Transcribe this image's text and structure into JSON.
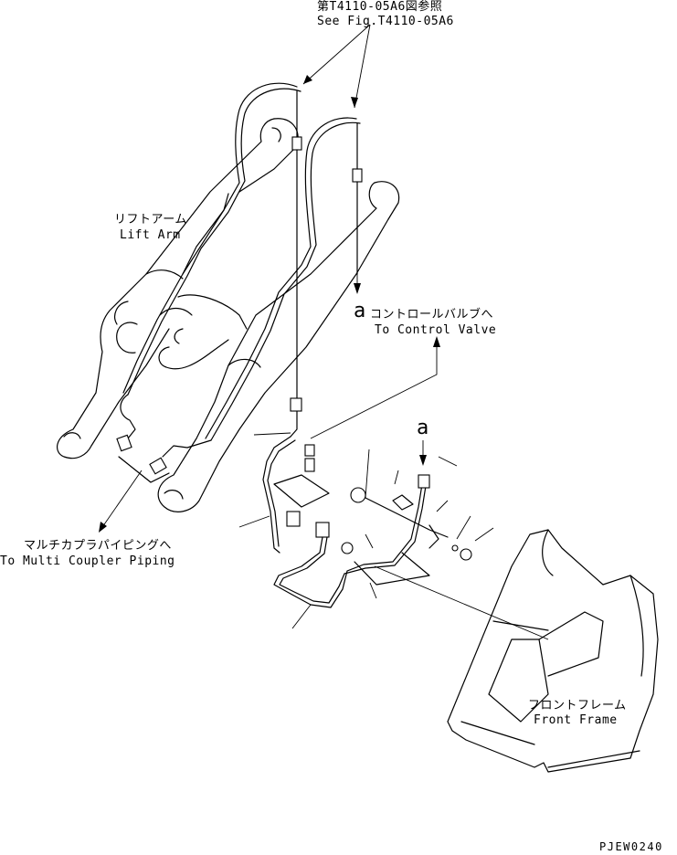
{
  "labels": {
    "ref_jp": "第T4110-05A6図参照",
    "ref_en": "See Fig.T4110-05A6",
    "lift_arm_jp": "リフトアーム",
    "lift_arm_en": "Lift Arm",
    "marker_a_upper": "a",
    "control_valve_jp": "コントロールバルブへ",
    "control_valve_en": "To Control Valve",
    "marker_a_lower": "a",
    "multi_coupler_jp": "マルチカプラパイピングへ",
    "multi_coupler_en": "To Multi Coupler Piping",
    "front_frame_jp": "フロントフレーム",
    "front_frame_en": "Front Frame",
    "drawing_code": "PJEW0240"
  }
}
